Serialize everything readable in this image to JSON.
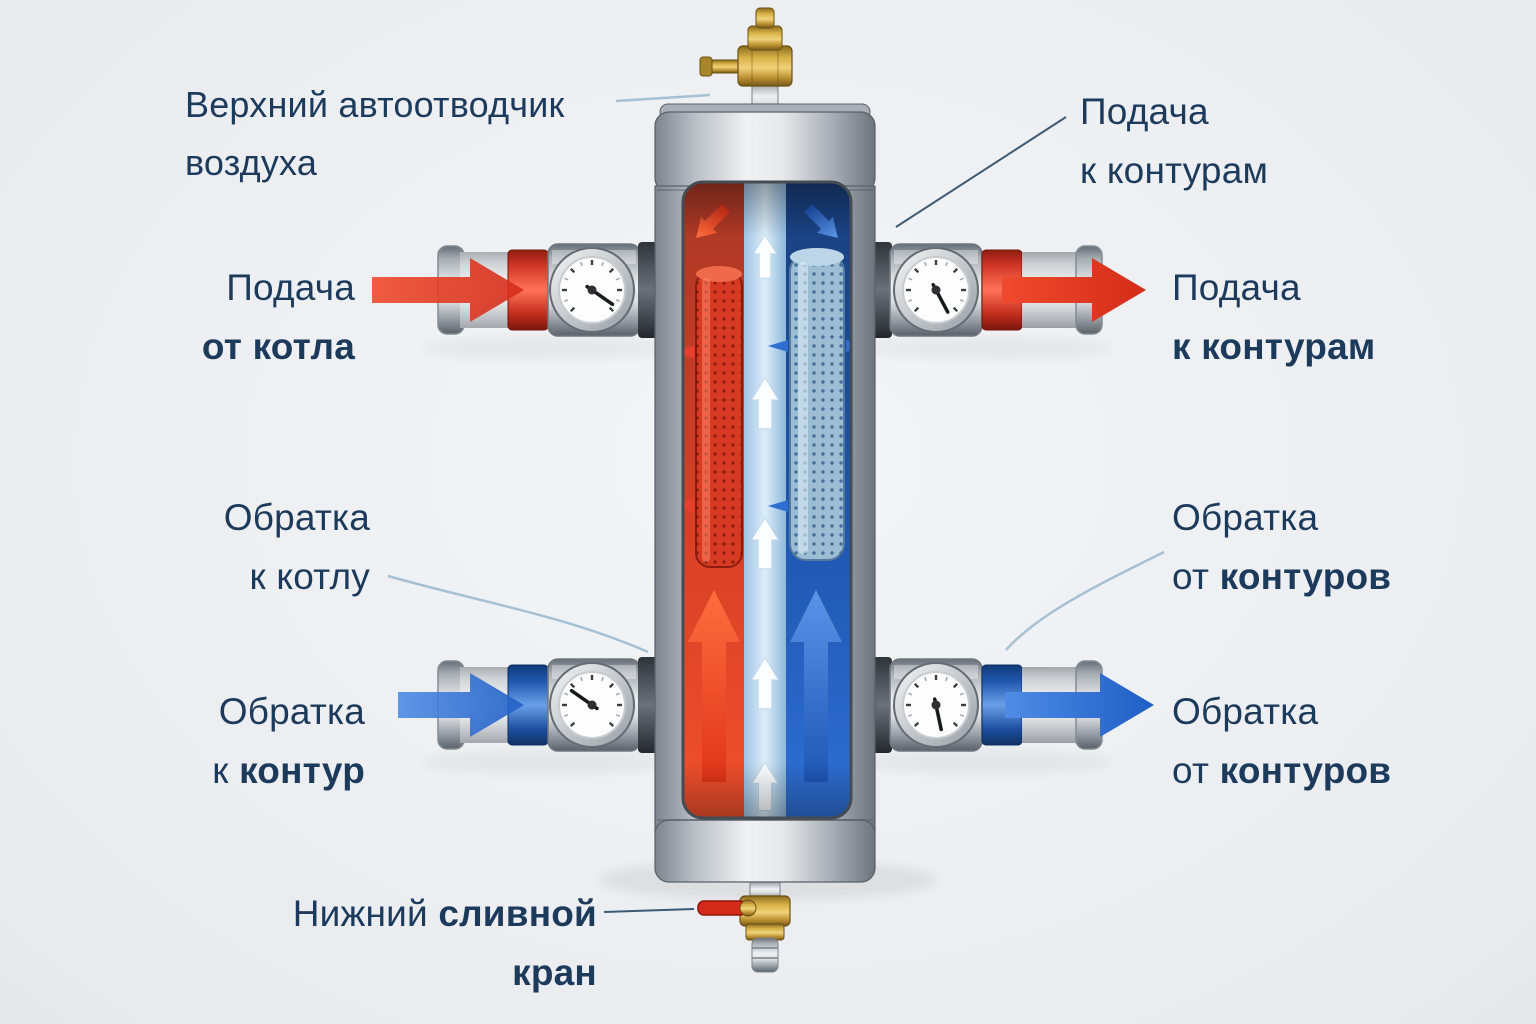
{
  "background_color": "#edeff1",
  "text_color": "#1c3b5c",
  "diagram": {
    "type": "hydraulic-separator-cutaway",
    "hot_color": "#e5392a",
    "cold_color": "#2e6bcb",
    "metal_color": "#c9ced3",
    "brass_color": "#d9b348",
    "flow_direction": "left-to-right"
  },
  "labels": {
    "air_vent": {
      "line1": "Верхний автоотводчик",
      "line2": "воздуха"
    },
    "supply_top": {
      "line1": "Подача",
      "line2": "к контурам"
    },
    "supply_from_boiler": {
      "line1": "Подача",
      "line2_bold": "от котла"
    },
    "supply_to_circuits": {
      "line1": "Подача",
      "line2_bold": "к контурам"
    },
    "return_to_boiler": {
      "line1": "Обратка",
      "line2": "к котлу"
    },
    "return_from_circuits_upper": {
      "line1": "Обратка",
      "line2_regular": "от ",
      "line2_bold": "контуров"
    },
    "return_to_circuit": {
      "line1": "Обратка",
      "line2_regular": "к ",
      "line2_bold": "контур"
    },
    "return_from_circuits_lower": {
      "line1": "Обратка",
      "line2_regular": "от ",
      "line2_bold": "контуров"
    },
    "drain_valve": {
      "line1_regular": "Нижний ",
      "line1_bold": "сливной",
      "line2_bold": "кран"
    }
  }
}
